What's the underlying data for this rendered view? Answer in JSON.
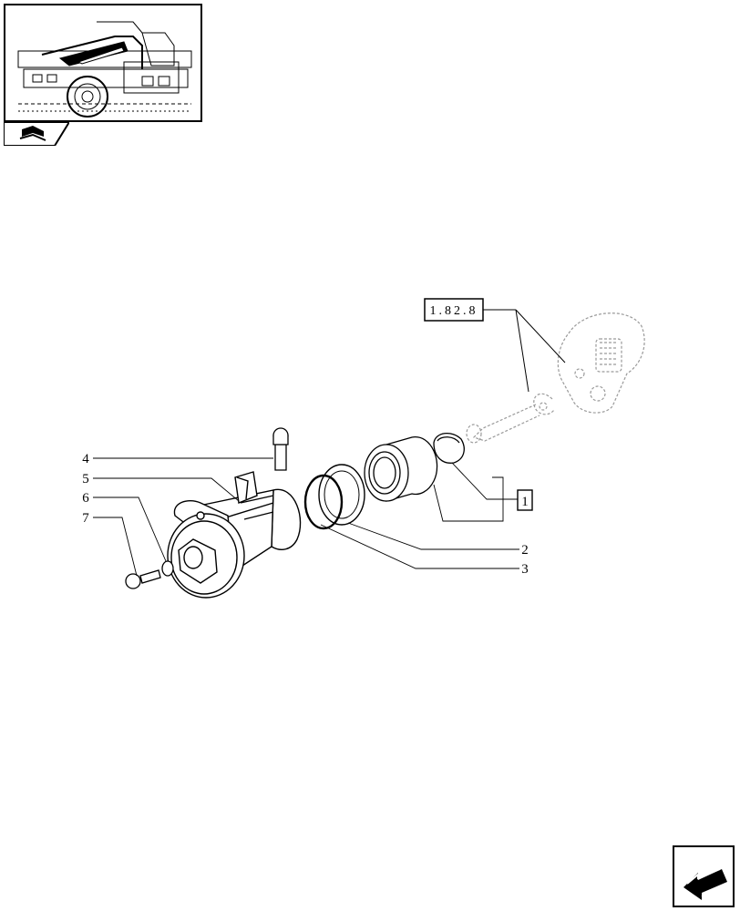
{
  "page": {
    "background": "#ffffff",
    "ink": "#000000",
    "ghost_ink": "#9a9a9a"
  },
  "thumbnail": {
    "icon": "tractor-section-icon"
  },
  "navigation": {
    "next_icon": "next-page-arrow-icon"
  },
  "reference_box": {
    "text": "1.82.8"
  },
  "kit_box": {
    "text": "1"
  },
  "callouts": {
    "c1": "4",
    "c2": "5",
    "c3": "6",
    "c4": "7",
    "c5": "2",
    "c6": "3"
  }
}
